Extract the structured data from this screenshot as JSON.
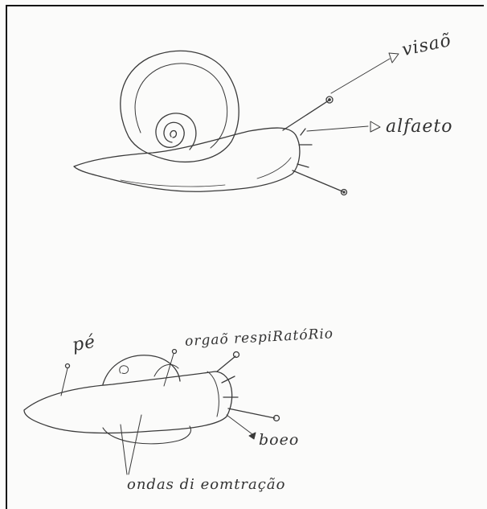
{
  "colors": {
    "paper": "#fbfbfa",
    "pencil": "#3a3a3a",
    "frame": "#111111"
  },
  "diagram_1": {
    "subject": "snail-with-shell",
    "labels": {
      "vision": "visaõ",
      "smell": "alfaeto"
    }
  },
  "diagram_2": {
    "subject": "slug-like-snail",
    "labels": {
      "foot": "pé",
      "respiratory_organ": "orgaõ respiRatóRio",
      "mouth": "boeo",
      "contraction_waves": "ondas di eomtração"
    }
  }
}
